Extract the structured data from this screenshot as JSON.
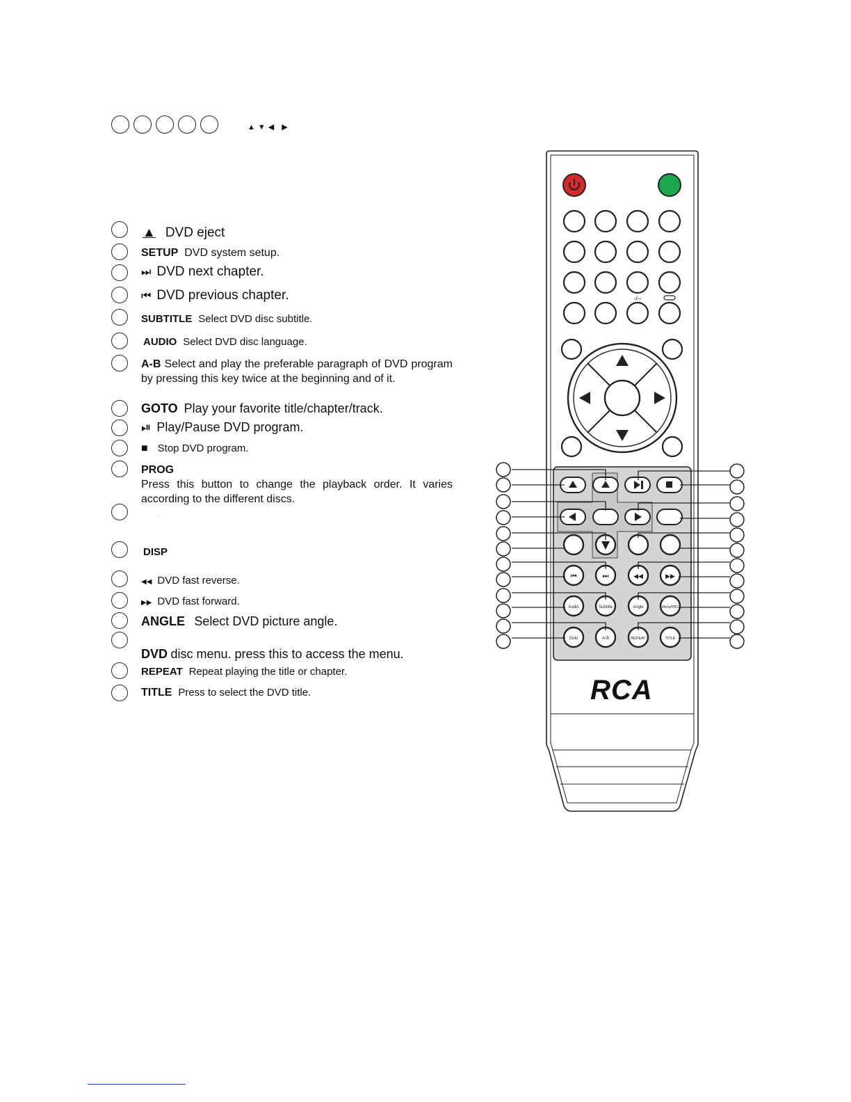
{
  "top_row": {
    "arrow_symbols": "▲▼◀ ▶"
  },
  "items": [
    {
      "icon": "▲",
      "keyword": "",
      "text": "DVD eject"
    },
    {
      "keyword": "SETUP",
      "text": "DVD system setup."
    },
    {
      "icon": "⏭",
      "keyword": "",
      "text": "DVD next chapter."
    },
    {
      "icon": "⏮",
      "keyword": "",
      "text": "DVD previous chapter."
    },
    {
      "keyword": "SUBTITLE",
      "text": "Select DVD disc subtitle."
    },
    {
      "keyword": "AUDIO",
      "text": "Select DVD disc language."
    },
    {
      "keyword": "A-B",
      "text": "Select and play the preferable paragraph of DVD program by pressing this key twice at the beginning and of it."
    },
    {
      "keyword": "GOTO",
      "text": "Play your favorite title/chapter/track."
    },
    {
      "icon": "⏯",
      "keyword": "",
      "text": "Play/Pause DVD program."
    },
    {
      "icon": "■",
      "keyword": "",
      "text": "Stop DVD program."
    },
    {
      "keyword": "PROG",
      "text": "Press this button to change the playback order. It varies according to the different discs."
    },
    {
      "keyword": "",
      "text": "."
    },
    {
      "keyword": "DISP",
      "text": ""
    },
    {
      "icon": "◀◀",
      "keyword": "",
      "text": "DVD fast reverse."
    },
    {
      "icon": "▶▶",
      "keyword": "",
      "text": "DVD fast forward."
    },
    {
      "keyword": "ANGLE",
      "text": "Select DVD picture angle."
    },
    {
      "keyword": "DVD",
      "text": "disc menu. press this to access the menu."
    },
    {
      "keyword": "REPEAT",
      "text": "Repeat playing the title or chapter."
    },
    {
      "keyword": "TITLE",
      "text": "Press to select the DVD title."
    }
  ],
  "remote": {
    "brand": "RCA",
    "key_labels": {
      "dash": "-/--",
      "audio": "Audio",
      "subtitle": "Subtitle",
      "angle": "Angle",
      "menu_pbc": "Menu/PBC",
      "goto": "Goto",
      "ab": "A-B",
      "repeat": "REPEAT",
      "title": "TITLE"
    },
    "colors": {
      "power": "#d42a2a",
      "green": "#1aa84a",
      "panel": "#d4d4d4"
    }
  }
}
